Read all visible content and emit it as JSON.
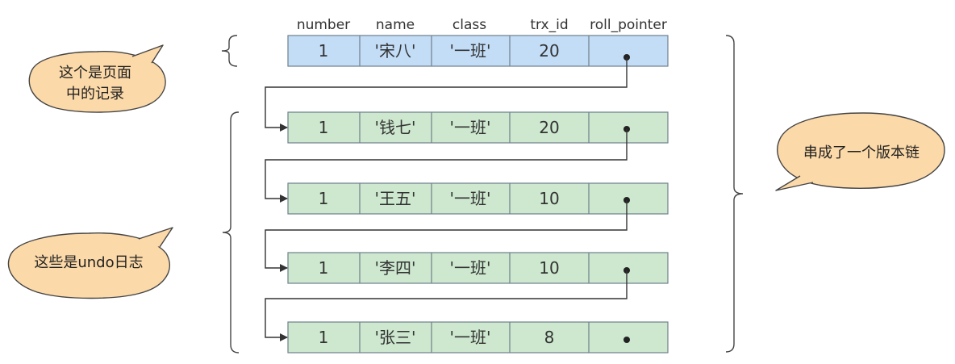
{
  "headers": [
    "number",
    "name",
    "class",
    "trx_id",
    "roll_pointer"
  ],
  "rows": [
    {
      "number": "1",
      "name": "'宋八'",
      "class": "'一班'",
      "trx_id": "20"
    },
    {
      "number": "1",
      "name": "'钱七'",
      "class": "'一班'",
      "trx_id": "20"
    },
    {
      "number": "1",
      "name": "'王五'",
      "class": "'一班'",
      "trx_id": "10"
    },
    {
      "number": "1",
      "name": "'李四'",
      "class": "'一班'",
      "trx_id": "10"
    },
    {
      "number": "1",
      "name": "'张三'",
      "class": "'一班'",
      "trx_id": "8"
    }
  ],
  "callouts": {
    "page_record": [
      "这个是页面",
      "中的记录"
    ],
    "undo_log": "这些是undo日志",
    "version_chain": "串成了一个版本链"
  },
  "colors": {
    "current_row": "#c3ddf7",
    "undo_row": "#cde8cf",
    "bubble": "#fcd9a8"
  }
}
